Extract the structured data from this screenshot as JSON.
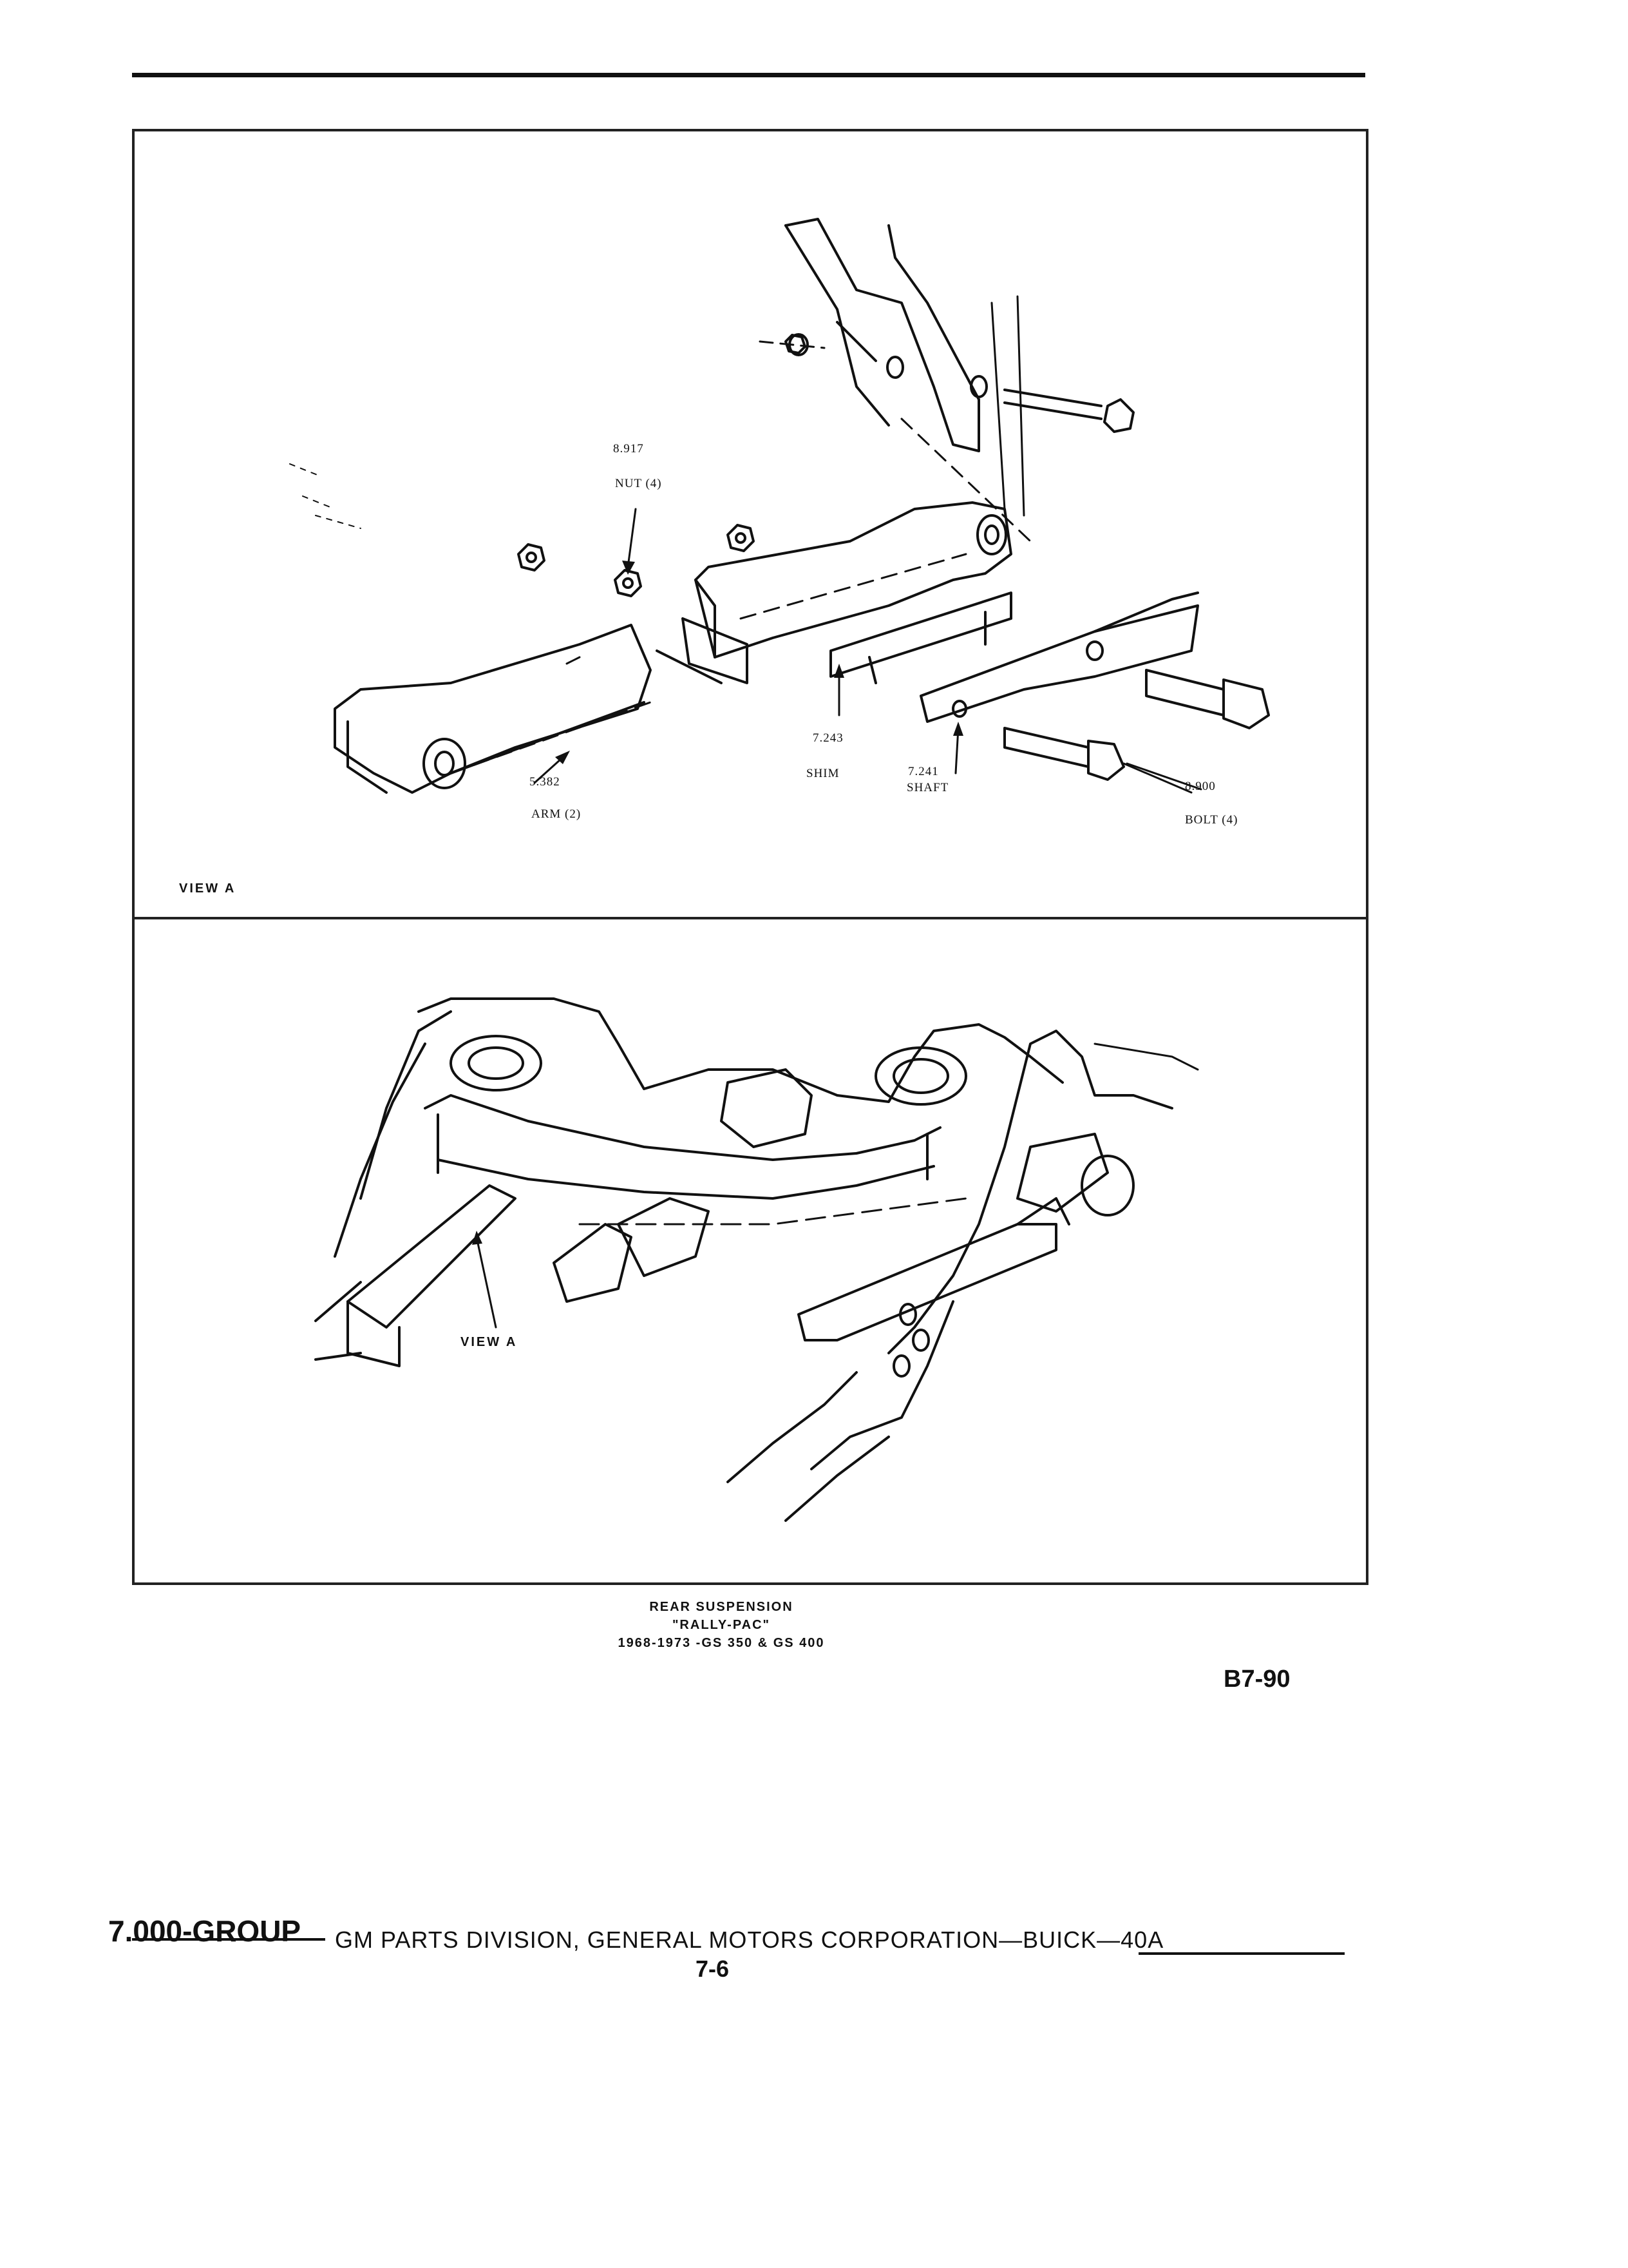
{
  "diagram": {
    "parts": [
      {
        "id": "nut",
        "number": "8.917",
        "name": "NUT (4)"
      },
      {
        "id": "shim",
        "number": "7.243",
        "name": "SHIM"
      },
      {
        "id": "shaft",
        "number": "7.241",
        "name": "SHAFT"
      },
      {
        "id": "arm",
        "number": "5.382",
        "name": "ARM (2)"
      },
      {
        "id": "bolt",
        "number": "8.900",
        "name": "BOLT (4)"
      }
    ],
    "view_label_top": "VIEW A",
    "view_label_bottom": "VIEW A"
  },
  "caption": {
    "line1": "REAR SUSPENSION",
    "line2": "\"RALLY-PAC\"",
    "line3": "1968-1973 -GS 350 & GS 400"
  },
  "figure_number": "B7-90",
  "footer": {
    "group": "7.000-GROUP",
    "publisher": "GM PARTS DIVISION, GENERAL MOTORS CORPORATION—BUICK—40A",
    "page": "7-6"
  }
}
